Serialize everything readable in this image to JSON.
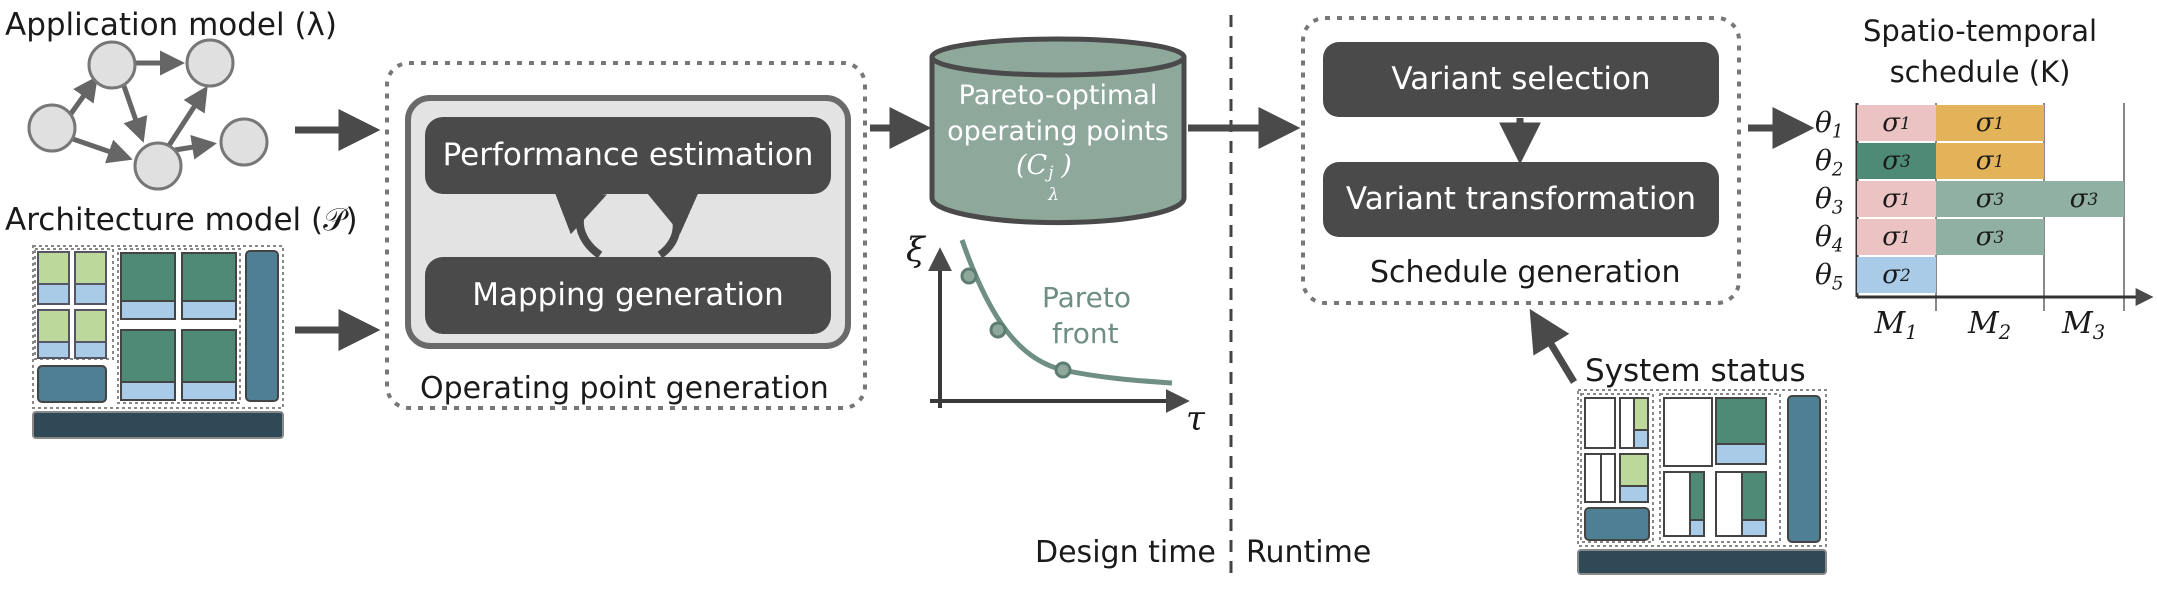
{
  "labels": {
    "application_model": "Application model (λ)",
    "architecture_model": "Architecture model (𝒫)",
    "performance_estimation": "Performance estimation",
    "mapping_generation": "Mapping generation",
    "operating_point_generation": "Operating point generation",
    "pareto_db_line1": "Pareto-optimal",
    "pareto_db_line2": "operating points",
    "pareto_db_symbol": "(C",
    "pareto_db_symbol_sup": "j",
    "pareto_db_symbol_sub": "λ",
    "pareto_db_symbol_close": ")",
    "pareto_front_line1": "Pareto",
    "pareto_front_line2": "front",
    "axis_y": "ξ",
    "axis_x": "τ",
    "variant_selection": "Variant selection",
    "variant_transformation": "Variant transformation",
    "schedule_generation": "Schedule generation",
    "system_status": "System status",
    "design_time": "Design time",
    "runtime": "Runtime",
    "schedule_title_line1": "Spatio-temporal",
    "schedule_title_line2": "schedule (K)"
  },
  "schedule": {
    "rows": [
      {
        "theta": "θ",
        "idx": "1",
        "cells": [
          {
            "col": 0,
            "span": 1,
            "sym": "σ",
            "idx": "1",
            "kind": "s1"
          },
          {
            "col": 1,
            "span": 1,
            "sym": "σ",
            "idx": "1",
            "kind": "s1y"
          }
        ]
      },
      {
        "theta": "θ",
        "idx": "2",
        "cells": [
          {
            "col": 0,
            "span": 1,
            "sym": "σ",
            "idx": "3",
            "kind": "s3d"
          },
          {
            "col": 1,
            "span": 1,
            "sym": "σ",
            "idx": "1",
            "kind": "s1y"
          }
        ]
      },
      {
        "theta": "θ",
        "idx": "3",
        "cells": [
          {
            "col": 0,
            "span": 1,
            "sym": "σ",
            "idx": "1",
            "kind": "s1"
          },
          {
            "col": 1,
            "span": 1,
            "sym": "σ",
            "idx": "3",
            "kind": "s3"
          },
          {
            "col": 2,
            "span": 1,
            "sym": "σ",
            "idx": "3",
            "kind": "s3"
          }
        ]
      },
      {
        "theta": "θ",
        "idx": "4",
        "cells": [
          {
            "col": 0,
            "span": 1,
            "sym": "σ",
            "idx": "1",
            "kind": "s1"
          },
          {
            "col": 1,
            "span": 1,
            "sym": "σ",
            "idx": "3",
            "kind": "s3"
          }
        ]
      },
      {
        "theta": "θ",
        "idx": "5",
        "cells": [
          {
            "col": 0,
            "span": 1,
            "sym": "σ",
            "idx": "2",
            "kind": "s2"
          }
        ]
      }
    ],
    "columns": [
      {
        "sym": "M",
        "idx": "1"
      },
      {
        "sym": "M",
        "idx": "2"
      },
      {
        "sym": "M",
        "idx": "3"
      }
    ]
  },
  "colors": {
    "dark": "#4a4a4a",
    "teal": "#8ea89c",
    "pink": "#ecc3c3",
    "yellow": "#e3b35a",
    "green_dark": "#4e8a76",
    "green_light": "#8fb0a3",
    "blue_light": "#a9cbe8",
    "steel": "#4f7f94",
    "lime": "#bcd89a",
    "navy": "#2f4a56"
  }
}
